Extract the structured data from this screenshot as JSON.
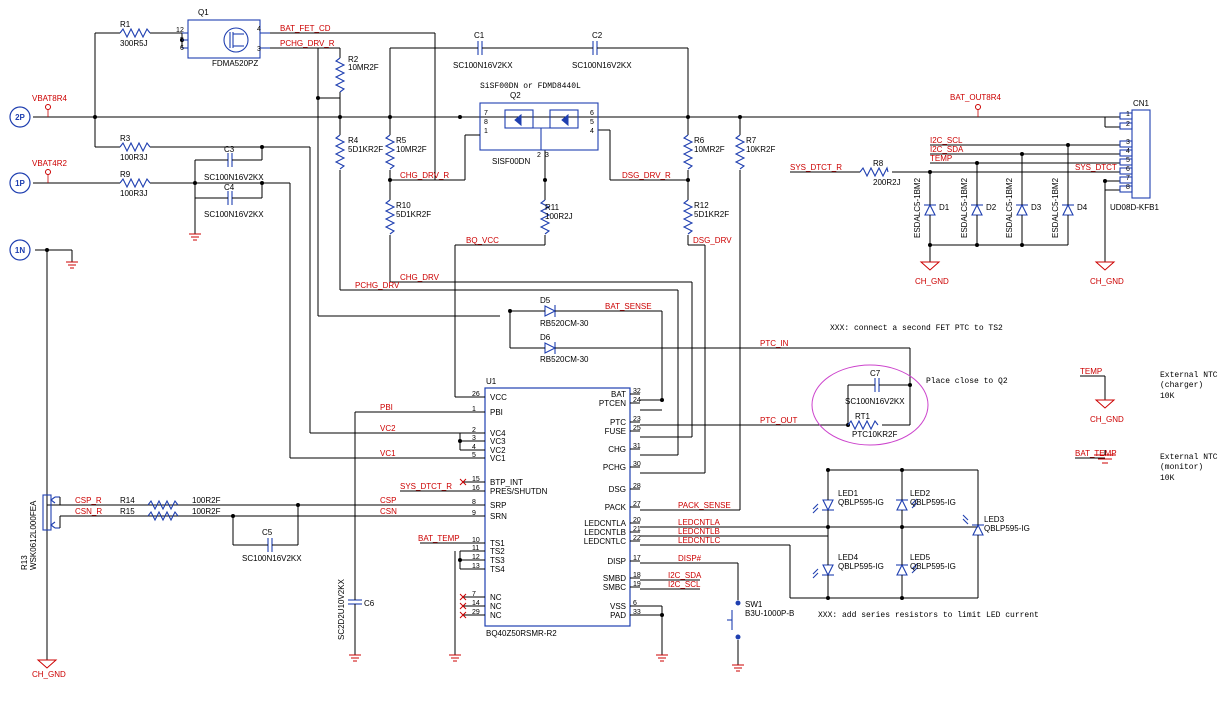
{
  "ports": {
    "p2": "2P",
    "p1": "1P",
    "n1": "1N"
  },
  "nets": {
    "vbat8r4": "VBAT8R4",
    "vbat4r2": "VBAT4R2",
    "bat_fet_cd": "BAT_FET_CD",
    "pchg_drv_r": "PCHG_DRV_R",
    "bat_out8r4": "BAT_OUT8R4",
    "chg_drv_r": "CHG_DRV_R",
    "dsg_drv_r": "DSG_DRV_R",
    "bq_vcc": "BQ_VCC",
    "dsg_drv": "DSG_DRV",
    "chg_drv": "CHG_DRV",
    "pchg_drv": "PCHG_DRV",
    "bat_sense": "BAT_SENSE",
    "ptc_in": "PTC_IN",
    "ptc_out": "PTC_OUT",
    "pbi": "PBI",
    "vc2": "VC2",
    "vc1": "VC1",
    "sys_dtct_r": "SYS_DTCT_R",
    "sys_dtct": "SYS_DTCT",
    "csp_r": "CSP_R",
    "csn_r": "CSN_R",
    "csp": "CSP",
    "csn": "CSN",
    "bat_temp": "BAT_TEMP",
    "pack_sense": "PACK_SENSE",
    "ledcntla": "LEDCNTLA",
    "ledcntlb": "LEDCNTLB",
    "ledcntlc": "LEDCNTLC",
    "disp": "DISP#",
    "i2c_sda": "I2C_SDA",
    "i2c_scl": "I2C_SCL",
    "temp": "TEMP",
    "ch_gnd": "CH_GND"
  },
  "components": {
    "r1": {
      "ref": "R1",
      "value": "300R5J"
    },
    "r2": {
      "ref": "R2",
      "value": "10MR2F"
    },
    "r3": {
      "ref": "R3",
      "value": "100R3J"
    },
    "r4": {
      "ref": "R4",
      "value": "5D1KR2F"
    },
    "r5": {
      "ref": "R5",
      "value": "10MR2F"
    },
    "r6": {
      "ref": "R6",
      "value": "10MR2F"
    },
    "r7": {
      "ref": "R7",
      "value": "10KR2F"
    },
    "r8": {
      "ref": "R8",
      "value": "200R2J"
    },
    "r9": {
      "ref": "R9",
      "value": "100R3J"
    },
    "r10": {
      "ref": "R10",
      "value": "5D1KR2F"
    },
    "r11": {
      "ref": "R11",
      "value": "100R2J"
    },
    "r12": {
      "ref": "R12",
      "value": "5D1KR2F"
    },
    "r13": {
      "ref": "R13",
      "value": "WSK0612L000FEA"
    },
    "r14": {
      "ref": "R14",
      "value": "100R2F"
    },
    "r15": {
      "ref": "R15",
      "value": "100R2F"
    },
    "rt1": {
      "ref": "RT1",
      "value": "PTC10KR2F"
    },
    "c1": {
      "ref": "C1",
      "value": "SC100N16V2KX"
    },
    "c2": {
      "ref": "C2",
      "value": "SC100N16V2KX"
    },
    "c3": {
      "ref": "C3",
      "value": "SC100N16V2KX"
    },
    "c4": {
      "ref": "C4",
      "value": "SC100N16V2KX"
    },
    "c5": {
      "ref": "C5",
      "value": "SC100N16V2KX"
    },
    "c6": {
      "ref": "C6",
      "value": "SC2D2U10V2KX"
    },
    "c7": {
      "ref": "C7",
      "value": "SC100N16V2KX"
    },
    "q1": {
      "ref": "Q1",
      "value": "FDMA520PZ"
    },
    "q2": {
      "ref": "Q2",
      "value": "SISF00DN",
      "alt": "SiSF00DN or FDMD8440L"
    },
    "d5": {
      "ref": "D5",
      "value": "RB520CM-30"
    },
    "d6": {
      "ref": "D6",
      "value": "RB520CM-30"
    },
    "d1": {
      "ref": "D1",
      "value": "ESDALC5-1BM2"
    },
    "d2": {
      "ref": "D2",
      "value": "ESDALC5-1BM2"
    },
    "d3": {
      "ref": "D3",
      "value": "ESDALC5-1BM2"
    },
    "d4": {
      "ref": "D4",
      "value": "ESDALC5-1BM2"
    },
    "cn1": {
      "ref": "CN1",
      "value": "UD08D-KFB1"
    },
    "led1": {
      "ref": "LED1",
      "value": "QBLP595-IG"
    },
    "led2": {
      "ref": "LED2",
      "value": "QBLP595-IG"
    },
    "led3": {
      "ref": "LED3",
      "value": "QBLP595-IG"
    },
    "led4": {
      "ref": "LED4",
      "value": "QBLP595-IG"
    },
    "led5": {
      "ref": "LED5",
      "value": "QBLP595-IG"
    },
    "sw1": {
      "ref": "SW1",
      "value": "B3U-1000P-B"
    }
  },
  "u1": {
    "ref": "U1",
    "value": "BQ40Z50RSMR-R2",
    "left_pins": [
      {
        "num": "26",
        "name": "VCC"
      },
      {
        "num": "1",
        "name": "PBI"
      },
      {
        "num": "2",
        "name": "VC4"
      },
      {
        "num": "3",
        "name": "VC3"
      },
      {
        "num": "4",
        "name": "VC2"
      },
      {
        "num": "5",
        "name": "VC1"
      },
      {
        "num": "15",
        "name": "BTP_INT"
      },
      {
        "num": "16",
        "name": "PRES/SHUTDN"
      },
      {
        "num": "8",
        "name": "SRP"
      },
      {
        "num": "9",
        "name": "SRN"
      },
      {
        "num": "10",
        "name": "TS1"
      },
      {
        "num": "11",
        "name": "TS2"
      },
      {
        "num": "12",
        "name": "TS3"
      },
      {
        "num": "13",
        "name": "TS4"
      },
      {
        "num": "7",
        "name": "NC"
      },
      {
        "num": "14",
        "name": "NC"
      },
      {
        "num": "29",
        "name": "NC"
      }
    ],
    "right_pins": [
      {
        "num": "32",
        "name": "BAT"
      },
      {
        "num": "24",
        "name": "PTCEN"
      },
      {
        "num": "23",
        "name": "PTC"
      },
      {
        "num": "25",
        "name": "FUSE"
      },
      {
        "num": "31",
        "name": "CHG"
      },
      {
        "num": "30",
        "name": "PCHG"
      },
      {
        "num": "28",
        "name": "DSG"
      },
      {
        "num": "27",
        "name": "PACK"
      },
      {
        "num": "20",
        "name": "LEDCNTLA"
      },
      {
        "num": "21",
        "name": "LEDCNTLB"
      },
      {
        "num": "22",
        "name": "LEDCNTLC"
      },
      {
        "num": "17",
        "name": "DISP"
      },
      {
        "num": "18",
        "name": "SMBD"
      },
      {
        "num": "19",
        "name": "SMBC"
      },
      {
        "num": "6",
        "name": "VSS"
      },
      {
        "num": "33",
        "name": "PAD"
      }
    ]
  },
  "notes": {
    "fet_ptc": "XXX: connect a second FET PTC to TS2",
    "place_close": "Place close to Q2",
    "led_resistors": "XXX: add series resistors to limit LED current"
  },
  "ntc": {
    "charger_line1": "External NTC",
    "charger_line2": "(charger)",
    "charger_value": "10K",
    "monitor_line1": "External NTC",
    "monitor_line2": "(monitor)",
    "monitor_value": "10K"
  }
}
